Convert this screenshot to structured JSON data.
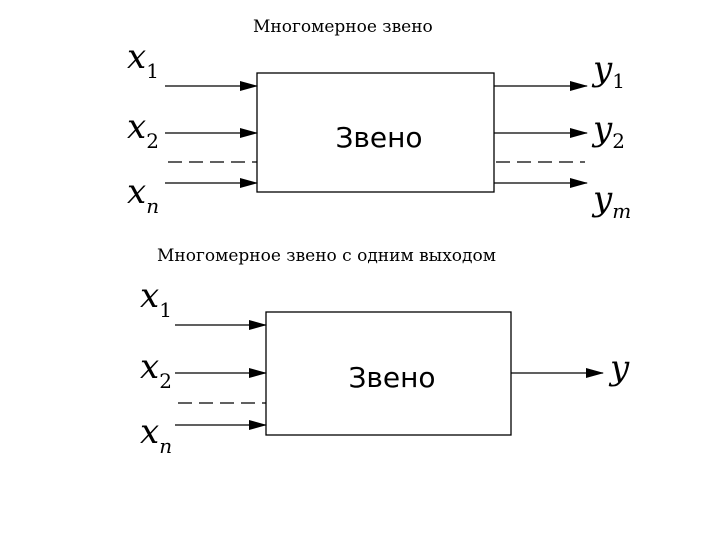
{
  "diagram1": {
    "title": "Многомерное звено",
    "block_label": "Звено",
    "inputs": [
      {
        "var": "x",
        "sub": "1"
      },
      {
        "var": "x",
        "sub": "2"
      },
      {
        "var": "x",
        "sub": "n"
      }
    ],
    "outputs": [
      {
        "var": "y",
        "sub": "1"
      },
      {
        "var": "y",
        "sub": "2"
      },
      {
        "var": "y",
        "sub": "m"
      }
    ]
  },
  "diagram2": {
    "title": "Многомерное звено с одним выходом",
    "block_label": "Звено",
    "inputs": [
      {
        "var": "x",
        "sub": "1"
      },
      {
        "var": "x",
        "sub": "2"
      },
      {
        "var": "x",
        "sub": "n"
      }
    ],
    "output": {
      "var": "y"
    }
  }
}
